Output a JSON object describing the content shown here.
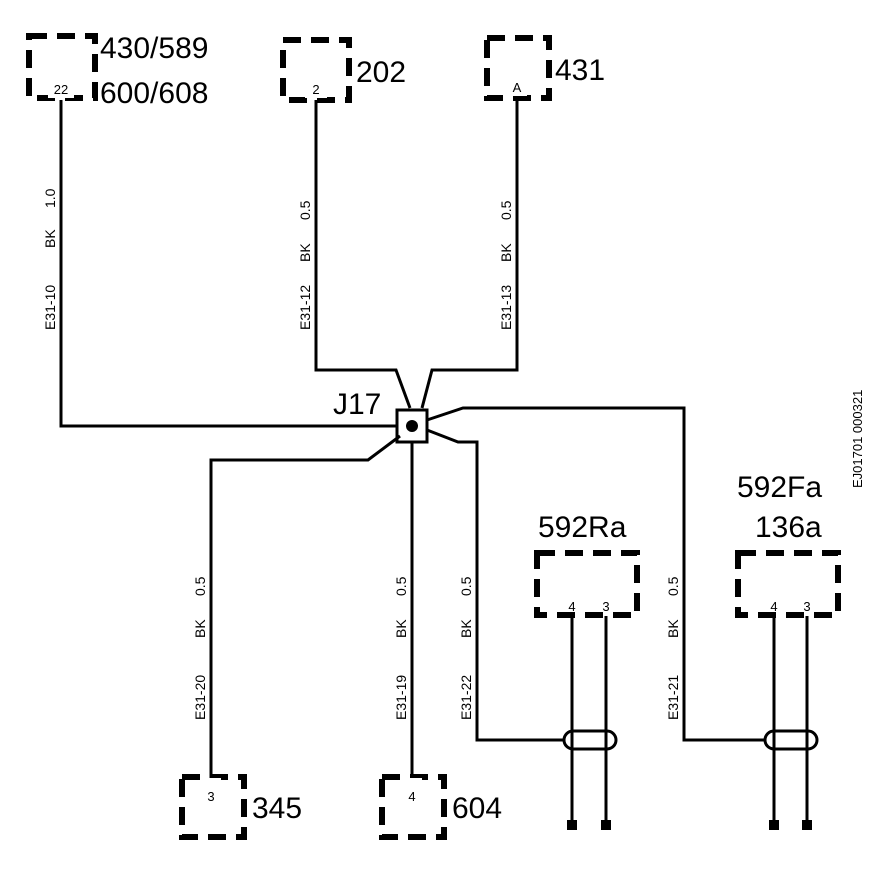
{
  "diagram": {
    "reference": "EJ01701 000321",
    "splice": {
      "label": "J17"
    },
    "connectors": {
      "c430": {
        "label_line1": "430/589",
        "label_line2": "600/608",
        "pin": "22"
      },
      "c202": {
        "label": "202",
        "pin": "2"
      },
      "c431": {
        "label": "431",
        "pin": "A"
      },
      "c345": {
        "label": "345",
        "pin": "3"
      },
      "c604": {
        "label": "604",
        "pin": "4"
      },
      "c592Ra": {
        "label": "592Ra",
        "pin_a": "4",
        "pin_b": "3"
      },
      "c592Fa": {
        "label_line1": "592Fa",
        "label_line2": "136a",
        "pin_a": "4",
        "pin_b": "3"
      }
    },
    "wires": {
      "w10": {
        "id": "E31-10",
        "color": "BK",
        "size": "1.0"
      },
      "w12": {
        "id": "E31-12",
        "color": "BK",
        "size": "0.5"
      },
      "w13": {
        "id": "E31-13",
        "color": "BK",
        "size": "0.5"
      },
      "w20": {
        "id": "E31-20",
        "color": "BK",
        "size": "0.5"
      },
      "w19": {
        "id": "E31-19",
        "color": "BK",
        "size": "0.5"
      },
      "w22": {
        "id": "E31-22",
        "color": "BK",
        "size": "0.5"
      },
      "w21": {
        "id": "E31-21",
        "color": "BK",
        "size": "0.5"
      }
    }
  }
}
